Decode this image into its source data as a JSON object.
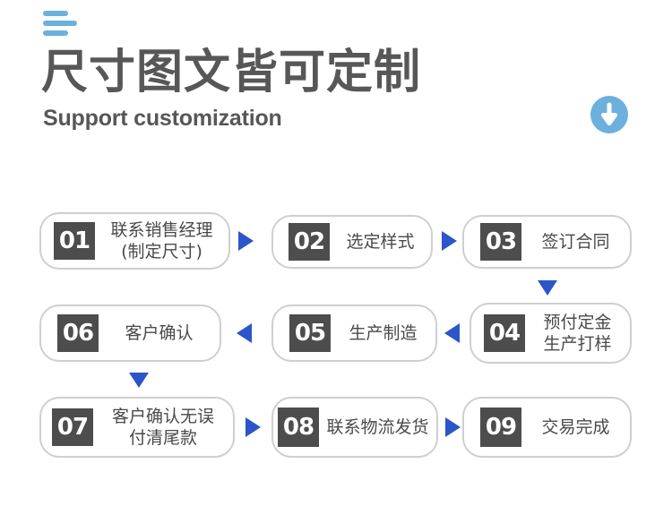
{
  "header": {
    "menu_icon": "hamburger-menu-icon",
    "title": "尺寸图文皆可定制",
    "subtitle": "Support customization",
    "scroll_icon": "circle-arrow-down-icon",
    "accent_blue": "#6cb0de",
    "title_gray": "#575757"
  },
  "flow": {
    "arrow_color": "#2b55c8",
    "badge_color": "#4d4d4d",
    "border_color": "#cfcfcf",
    "steps": [
      {
        "num": "01",
        "label": "联系销售经理\n(制定尺寸)"
      },
      {
        "num": "02",
        "label": "选定样式"
      },
      {
        "num": "03",
        "label": "签订合同"
      },
      {
        "num": "04",
        "label": "预付定金\n生产打样"
      },
      {
        "num": "05",
        "label": "生产制造"
      },
      {
        "num": "06",
        "label": "客户确认"
      },
      {
        "num": "07",
        "label": "客户确认无误\n付清尾款"
      },
      {
        "num": "08",
        "label": "联系物流发货"
      },
      {
        "num": "09",
        "label": "交易完成"
      }
    ],
    "connectors": [
      {
        "name": "arrow-01-to-02",
        "dir": "right"
      },
      {
        "name": "arrow-02-to-03",
        "dir": "right"
      },
      {
        "name": "arrow-03-to-04",
        "dir": "down"
      },
      {
        "name": "arrow-04-to-05",
        "dir": "left"
      },
      {
        "name": "arrow-05-to-06",
        "dir": "left"
      },
      {
        "name": "arrow-06-to-07",
        "dir": "down"
      },
      {
        "name": "arrow-07-to-08",
        "dir": "right"
      },
      {
        "name": "arrow-08-to-09",
        "dir": "right"
      }
    ]
  }
}
